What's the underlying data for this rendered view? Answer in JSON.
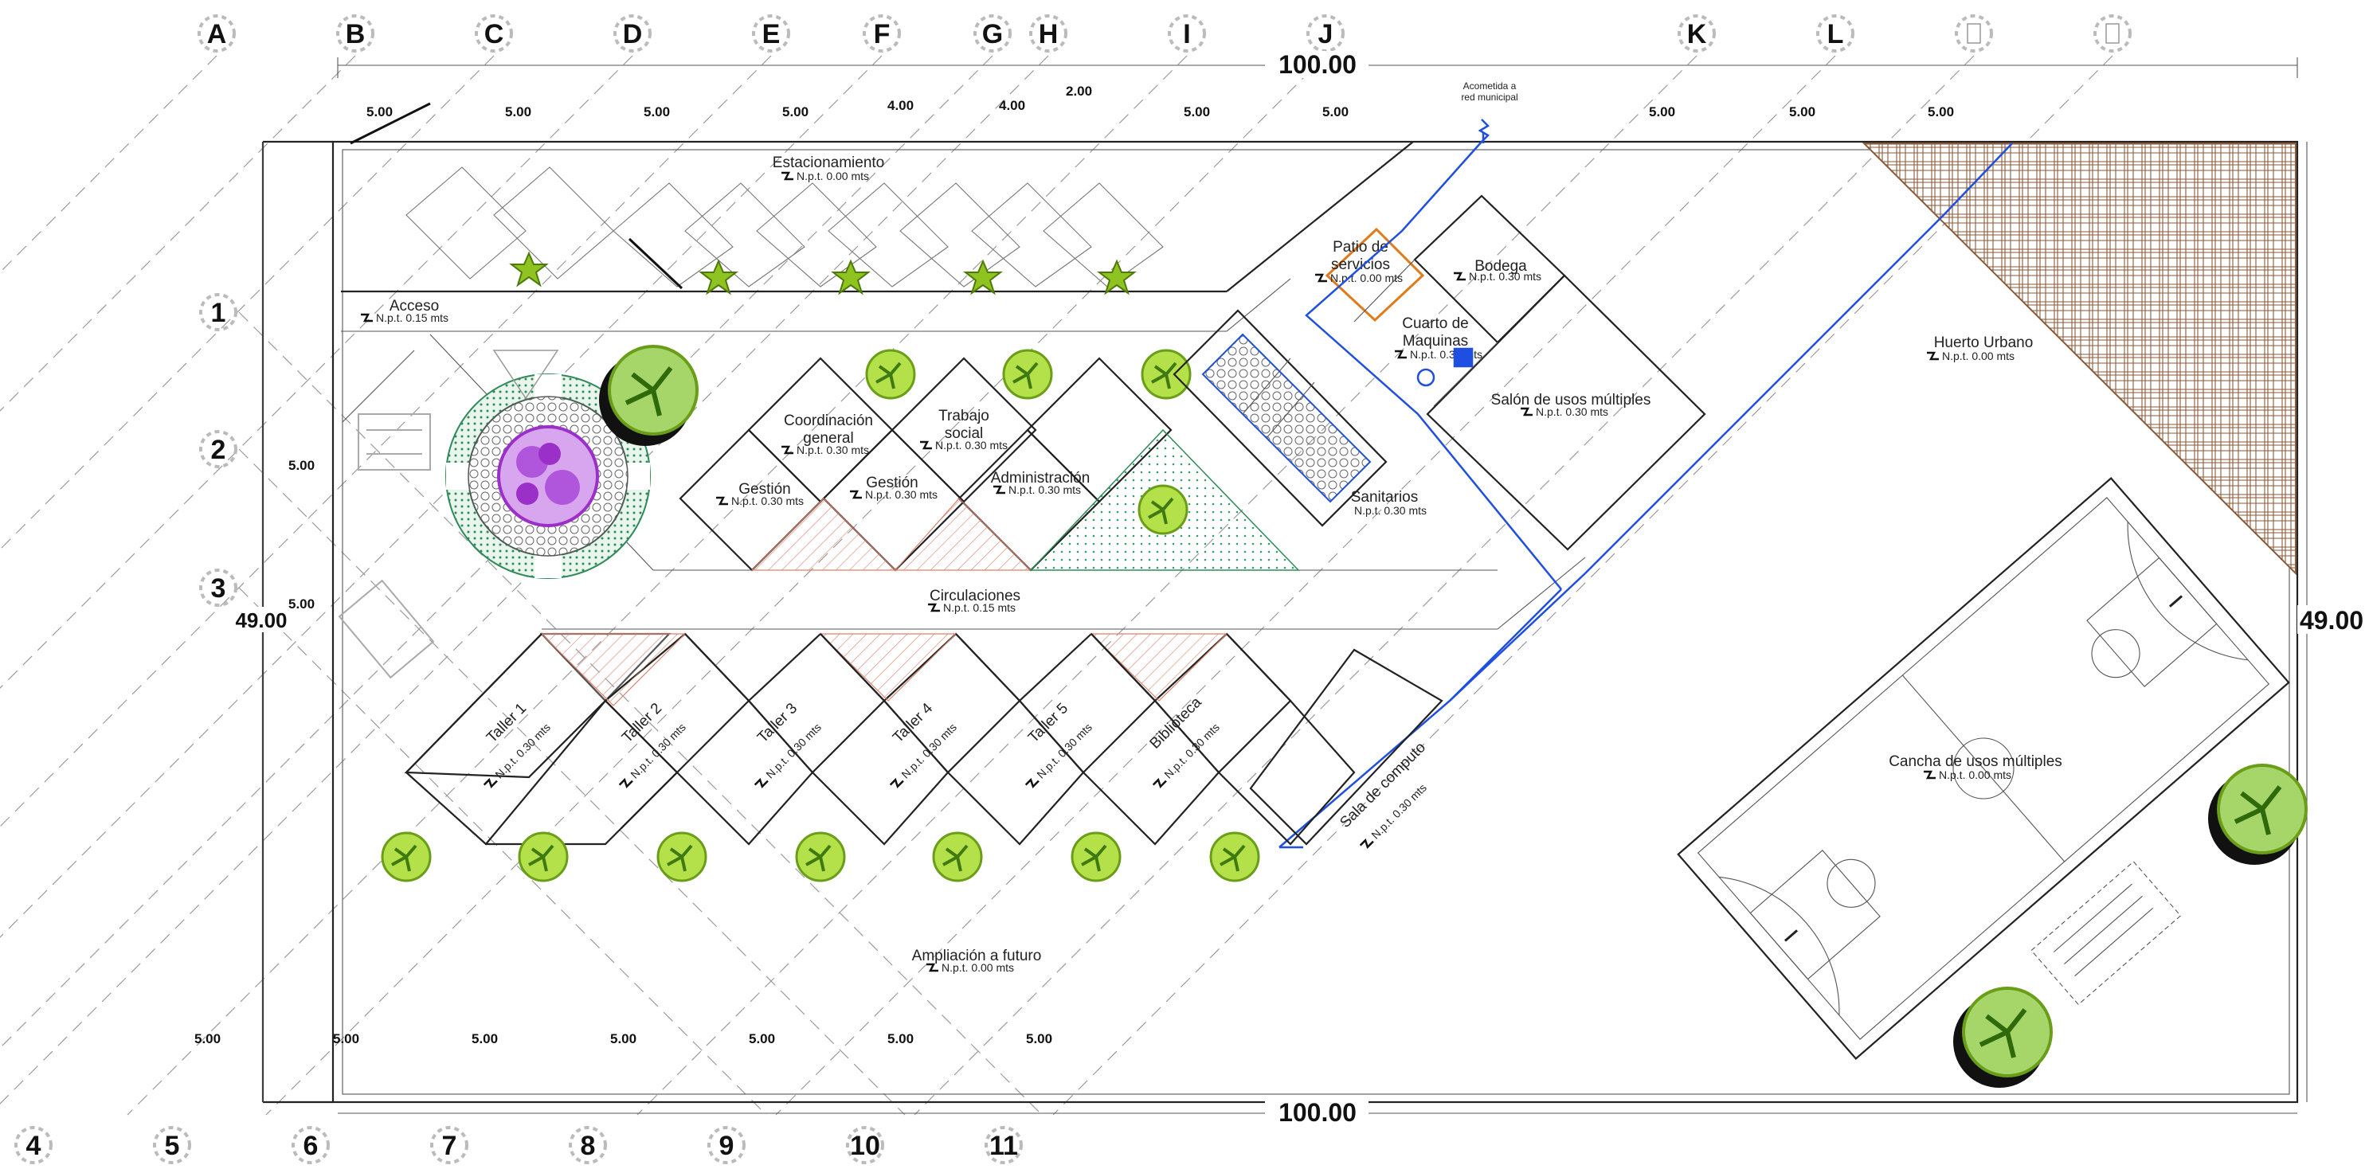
{
  "grid": {
    "letters": [
      "A",
      "B",
      "C",
      "D",
      "E",
      "F",
      "G",
      "H",
      "I",
      "J",
      "K",
      "L",
      "",
      ""
    ],
    "numbers_left": [
      "1",
      "2",
      "3"
    ],
    "numbers_bottom": [
      "4",
      "5",
      "6",
      "7",
      "8",
      "9",
      "10",
      "11"
    ]
  },
  "dimensions": {
    "top_total": "100.00",
    "bottom_total": "100.00",
    "left_total": "49.00",
    "right_total": "49.00",
    "top_spans": [
      "5.00",
      "5.00",
      "5.00",
      "5.00",
      "4.00",
      "4.00",
      "2.00",
      "5.00",
      "5.00",
      "5.00",
      "5.00",
      "5.00"
    ],
    "left_spans": [
      "5.00",
      "5.00"
    ],
    "bottom_spans": [
      "5.00",
      "5.00",
      "5.00",
      "5.00",
      "5.00",
      "5.00",
      "5.00"
    ]
  },
  "notes": {
    "acometida": [
      "Acometida a",
      "red municipal"
    ]
  },
  "level_labels": {
    "p000": "N.p.t.  0.00 mts",
    "p015": "N.p.t.  0.15 mts",
    "p030": "N.p.t.  0.30 mts",
    "p030b": "N.p.t.  0.30 mts"
  },
  "rooms": {
    "estacionamiento": "Estacionamiento",
    "acceso": "Acceso",
    "patio": [
      "Patio de",
      "servicios"
    ],
    "bodega": "Bodega",
    "cuarto": [
      "Cuarto de",
      "Maquinas"
    ],
    "salon": "Salón de usos múltiples",
    "huerto": "Huerto Urbano",
    "coordinacion": [
      "Coordinación",
      "general"
    ],
    "trabajo": [
      "Trabajo",
      "social"
    ],
    "gestion1": "Gestión",
    "gestion2": "Gestión",
    "administracion": "Administración",
    "sanitarios": "Sanitarios",
    "circulaciones": "Circulaciones",
    "taller1": "Taller 1",
    "taller2": "Taller 2",
    "taller3": "Taller 3",
    "taller4": "Taller 4",
    "taller5": "Taller 5",
    "biblioteca": "Biblioteca",
    "computo": "Sala de computo",
    "cancha": "Cancha de usos múltiples",
    "ampliacion": "Ampliación a futuro"
  },
  "colors": {
    "walls": "#222222",
    "services": "#1f4fe0",
    "patio": "#e07a1a",
    "huerto": "#8a5a3a",
    "trees": "#8fc31f",
    "garden": "#2e8b57",
    "flowers": "#9b30c8",
    "hatch": "#d9826a"
  }
}
